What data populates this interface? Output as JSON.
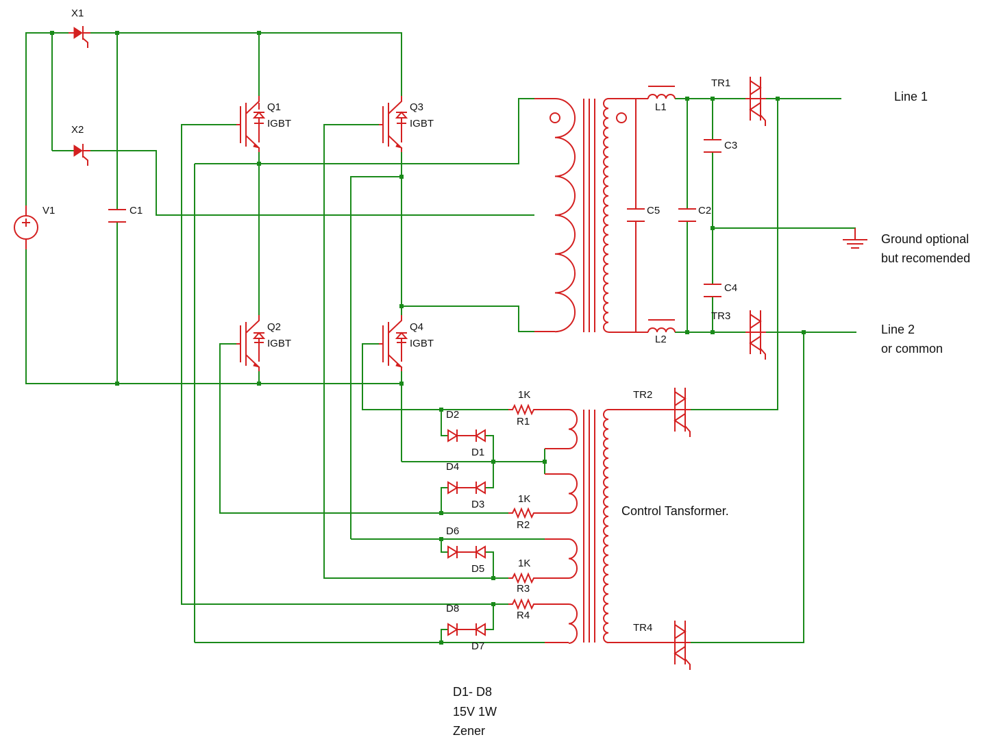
{
  "components": {
    "V1": "V1",
    "X1": "X1",
    "X2": "X2",
    "C1": "C1",
    "C2": "C2",
    "C3": "C3",
    "C4": "C4",
    "C5": "C5",
    "L1": "L1",
    "L2": "L2",
    "Q1": "Q1",
    "Q2": "Q2",
    "Q3": "Q3",
    "Q4": "Q4",
    "igbt": "IGBT",
    "TR1": "TR1",
    "TR2": "TR2",
    "TR3": "TR3",
    "TR4": "TR4",
    "R1": "R1",
    "R2": "R2",
    "R3": "R3",
    "R4": "R4",
    "r_value": "1K",
    "D1": "D1",
    "D2": "D2",
    "D3": "D3",
    "D4": "D4",
    "D5": "D5",
    "D6": "D6",
    "D7": "D7",
    "D8": "D8"
  },
  "notes": {
    "line1": "Line 1",
    "line2a": "Line 2",
    "line2b": "or common",
    "ground1": "Ground optional",
    "ground2": "but recomended",
    "control": "Control  Tansformer.",
    "diodes1": "D1- D8",
    "diodes2": "15V 1W",
    "diodes3": "Zener"
  },
  "colors": {
    "wire": "#1a8a1a",
    "component": "#d42020"
  }
}
